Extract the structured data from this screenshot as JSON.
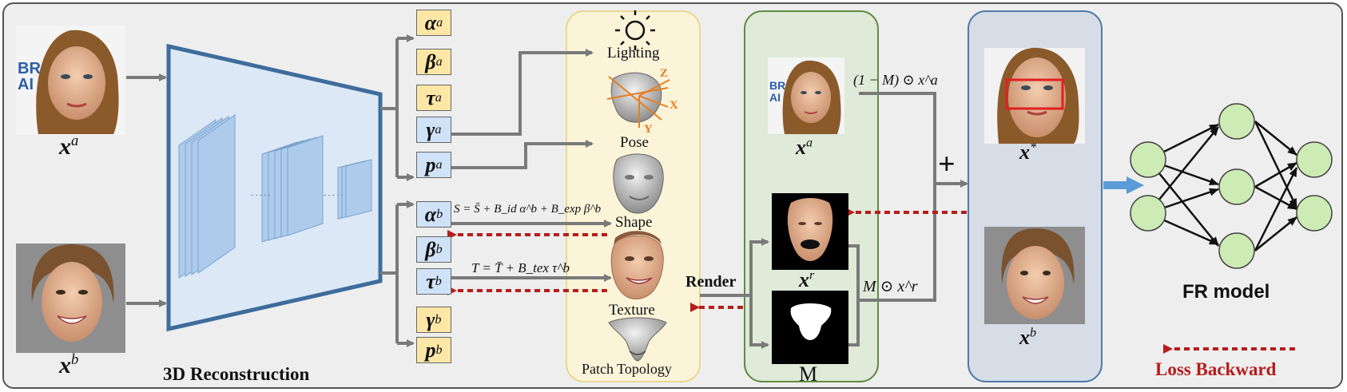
{
  "labels": {
    "xa": "x",
    "xa_sup": "a",
    "xb": "x",
    "xb_sup": "b",
    "reconstruction": "3D Reconstruction",
    "lighting": "Lighting",
    "pose": "Pose",
    "shape": "Shape",
    "texture": "Texture",
    "patch_topology": "Patch Topology",
    "render": "Render",
    "shape_eq": "S = S̄ + B_id α^b + B_exp β^b",
    "texture_eq": "T = T̄ + B_tex τ^b",
    "masked_a": "(1 − M) ⊙ x^a",
    "masked_r": "M ⊙ x^r",
    "green_xa": "x",
    "green_xa_sup": "a",
    "green_xr": "x",
    "green_xr_sup": "r",
    "mask": "M",
    "xstar": "x",
    "xstar_sup": "*",
    "blue_xb": "x",
    "blue_xb_sup": "b",
    "plus": "+",
    "fr_model": "FR model",
    "loss_backward": "Loss Backward"
  },
  "params_a": [
    {
      "sym": "α",
      "sup": "a"
    },
    {
      "sym": "β",
      "sup": "a"
    },
    {
      "sym": "τ",
      "sup": "a"
    },
    {
      "sym": "γ",
      "sup": "a"
    },
    {
      "sym": "p",
      "sup": "a"
    }
  ],
  "params_b": [
    {
      "sym": "α",
      "sup": "b"
    },
    {
      "sym": "β",
      "sup": "b"
    },
    {
      "sym": "τ",
      "sup": "b"
    },
    {
      "sym": "γ",
      "sup": "b"
    },
    {
      "sym": "p",
      "sup": "b"
    }
  ],
  "axes": {
    "x": "X",
    "y": "Y",
    "z": "Z"
  },
  "colors": {
    "encoder_fill": "#dce8f6",
    "encoder_stroke": "#3e6c9c",
    "yellow_panel": "#fbf4d9",
    "green_panel": "#dfead8",
    "blue_panel": "#d6dde7",
    "loss_red": "#b71c1c",
    "node_green": "#cdebb4",
    "arrow_gray": "#7a7a7a"
  }
}
